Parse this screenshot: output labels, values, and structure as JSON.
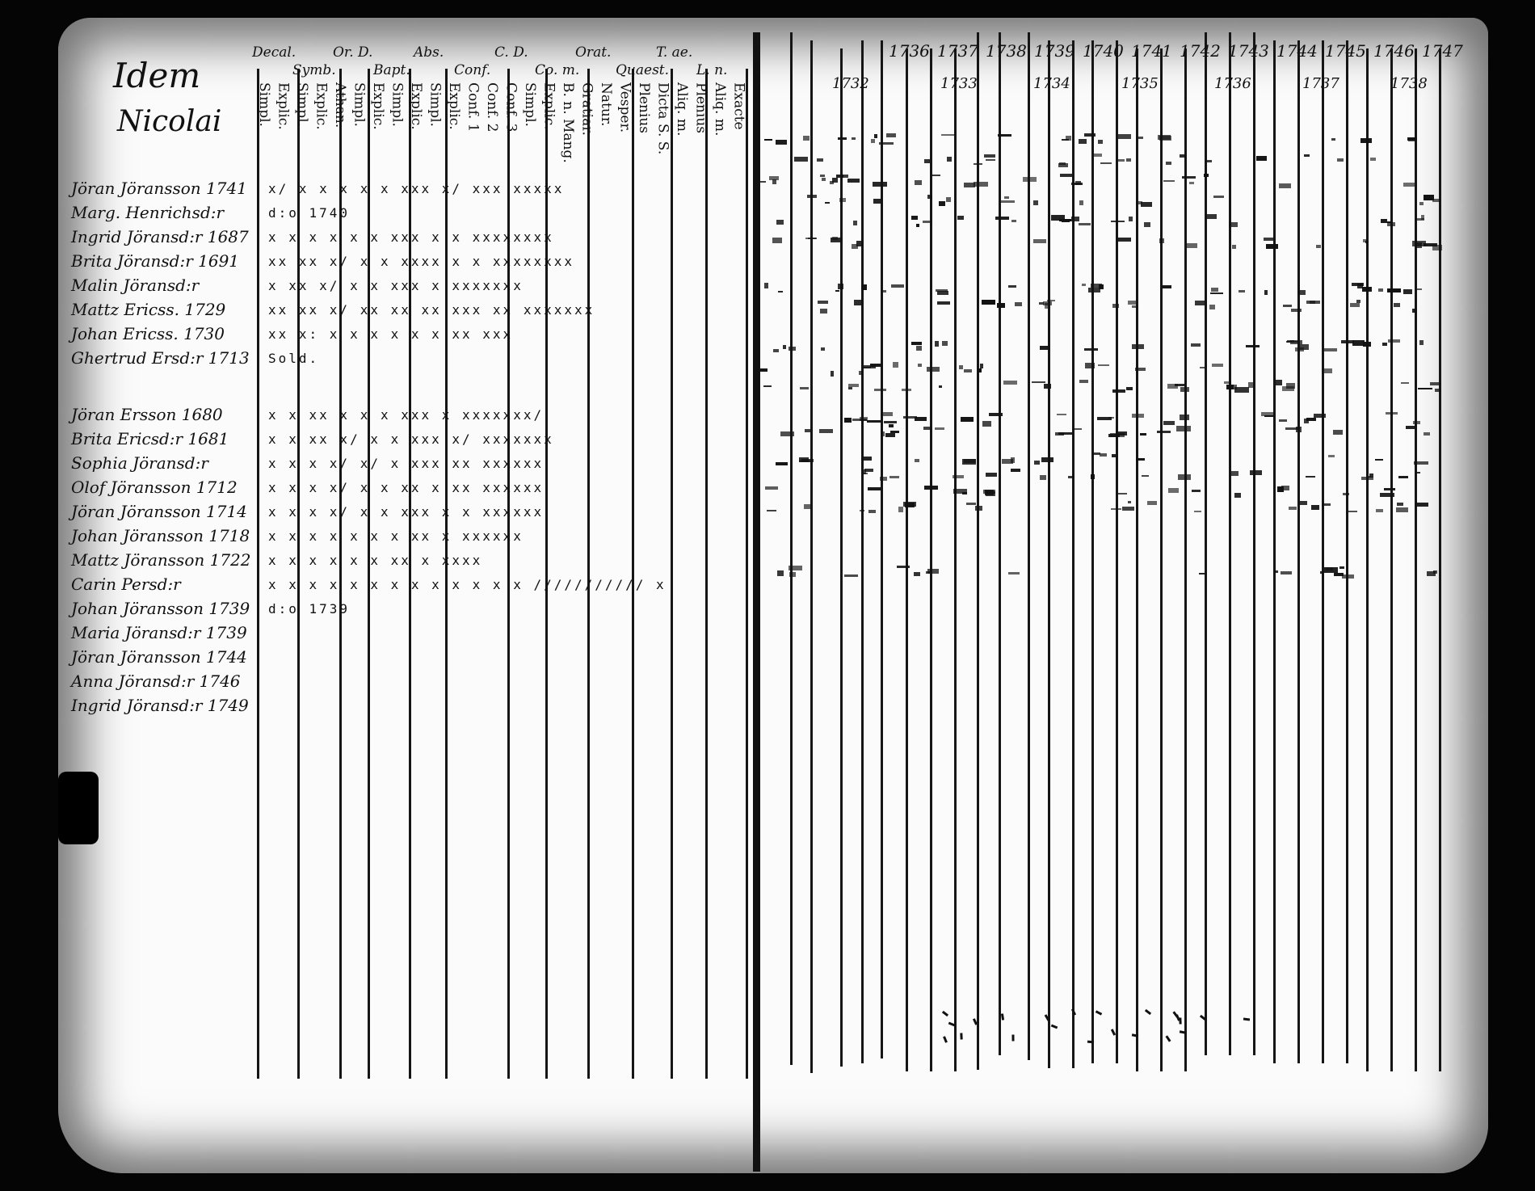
{
  "register": {
    "heading": [
      "Idem",
      "Nicolai"
    ],
    "column_groups": [
      "Decal.",
      "Symb.",
      "Or. D.",
      "Bapt.",
      "Abs.",
      "Conf.",
      "C. D.",
      "Co. m.",
      "Orat.",
      "Quaest.",
      "T. ae.",
      "L. n."
    ],
    "sub_columns": [
      "Simpl.",
      "Explic.",
      "Simpl.",
      "Explic.",
      "Athan.",
      "Simpl.",
      "Explic.",
      "Simpl.",
      "Explic.",
      "Simpl.",
      "Explic.",
      "Conf. 1",
      "Conf. 2",
      "Conf. 3",
      "Simpl.",
      "Explic.",
      "B. n. Mang.",
      "Gratiar.",
      "Natur.",
      "Vesper.",
      "Plenius",
      "Dicta S. S.",
      "Aliq. m.",
      "Plenius",
      "Aliq. m.",
      "Exacte"
    ],
    "persons": [
      {
        "name": "Jöran Jöransson 1741",
        "marks": "x/ x x x x x xxx x/ xxx xxxxx"
      },
      {
        "name": "Marg. Henrichsd:r",
        "marks": "d:o 1740"
      },
      {
        "name": "Ingrid Jöransd:r 1687",
        "marks": "x x x x x x xxx x x xxxxxxxx"
      },
      {
        "name": "Brita Jöransd:r 1691",
        "marks": "xx xx x/ x x xxxx x x xxxxxxxx"
      },
      {
        "name": "Malin Jöransd:r",
        "marks": "x  xx x/ x x xxx x  xxxxxxx"
      },
      {
        "name": "Mattz Ericss. 1729",
        "marks": "xx xx x/ xx xx xx xxx xx xxxxxxx"
      },
      {
        "name": "Johan Ericss. 1730",
        "marks": "xx x: x x x x x x xx xxx"
      },
      {
        "name": "Ghertrud Ersd:r 1713",
        "marks": "Sold."
      },
      {
        "name": "Jöran Ersson 1680",
        "marks": "x x  xx  x x x xxx x xxxxxxx/"
      },
      {
        "name": "Brita Ericsd:r 1681",
        "marks": "x x  xx  x/ x x xxx x/ xxxxxxx"
      },
      {
        "name": "Sophia Jöransd:r",
        "marks": "x x  x  x/ x/ x xxx xx xxxxxx"
      },
      {
        "name": "Olof Jöransson 1712",
        "marks": "x x  x  x/ x x xx x xx xxxxxx"
      },
      {
        "name": "Jöran Jöransson 1714",
        "marks": "x x  x  x/ x x xxx x x xxxxxx"
      },
      {
        "name": "Johan Jöransson 1718",
        "marks": "x x  x  x x x x xx x xxxxxx"
      },
      {
        "name": "Mattz Jöransson 1722",
        "marks": "x x  x  x x x xx x xxxx"
      },
      {
        "name": "Carin Persd:r",
        "marks": "x x x x x x x x x x x x x /////////// x"
      },
      {
        "name": "Johan Jöransson 1739",
        "marks": "d:o 1739"
      },
      {
        "name": "Maria Jöransd:r 1739",
        "marks": ""
      },
      {
        "name": "Jöran Jöransson 1744",
        "marks": ""
      },
      {
        "name": "Anna Jöransd:r 1746",
        "marks": ""
      },
      {
        "name": "Ingrid Jöransd:r 1749",
        "marks": ""
      }
    ],
    "years_top": [
      "1736",
      "1737",
      "1738",
      "1739",
      "1740",
      "1741",
      "1742",
      "1743",
      "1744",
      "1745",
      "1746",
      "1747"
    ],
    "years_bottom": [
      "1732",
      "1733",
      "1734",
      "1735",
      "1736",
      "1737",
      "1738"
    ]
  },
  "colors": {
    "ink": "#111111",
    "paper": "#fbfbfb",
    "border": "#050505"
  }
}
